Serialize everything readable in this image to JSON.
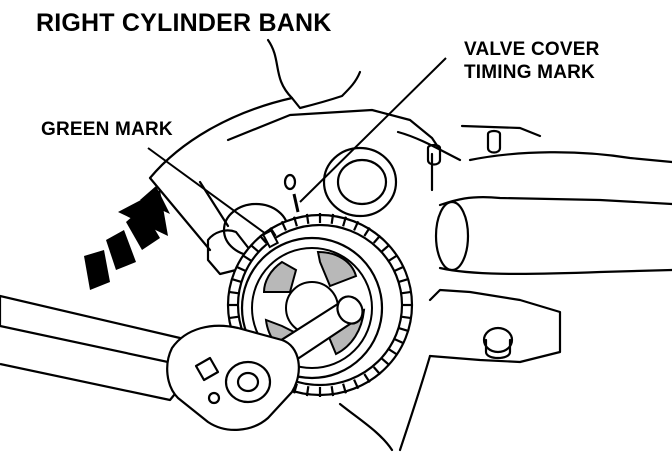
{
  "labels": {
    "title": "RIGHT CYLINDER BANK",
    "green_mark": "GREEN MARK",
    "valve_cover_line1": "VALVE COVER",
    "valve_cover_line2": "TIMING MARK"
  },
  "colors": {
    "ink": "#000000",
    "paper": "#ffffff",
    "shade": "#b8b8b8"
  },
  "icons": {
    "rotation_arrow": "curved-arrow-clockwise"
  }
}
